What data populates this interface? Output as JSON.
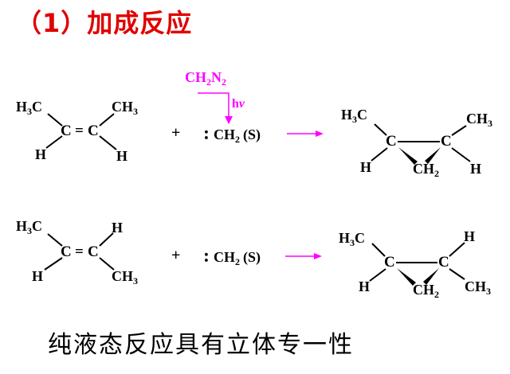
{
  "title": "（1）加成反应",
  "reagent": {
    "formula": "CH",
    "sub1": "2",
    "mid": "N",
    "sub2": "2",
    "condition_h": "h",
    "condition_v": "ν",
    "color": "#ff00ff"
  },
  "carbene": {
    "colon": ":",
    "formula": "CH",
    "sub": "2",
    "state": "(S)"
  },
  "labels": {
    "plus": "+",
    "H": "H",
    "C": "C",
    "eq": "=",
    "CH3_main": "CH",
    "CH3_sub": "3",
    "H3C_main": "H",
    "H3C_sub": "3",
    "H3C_tail": "C"
  },
  "arrow_color": "#ff00ff",
  "conclusion": "纯液态反应具有立体专一性"
}
